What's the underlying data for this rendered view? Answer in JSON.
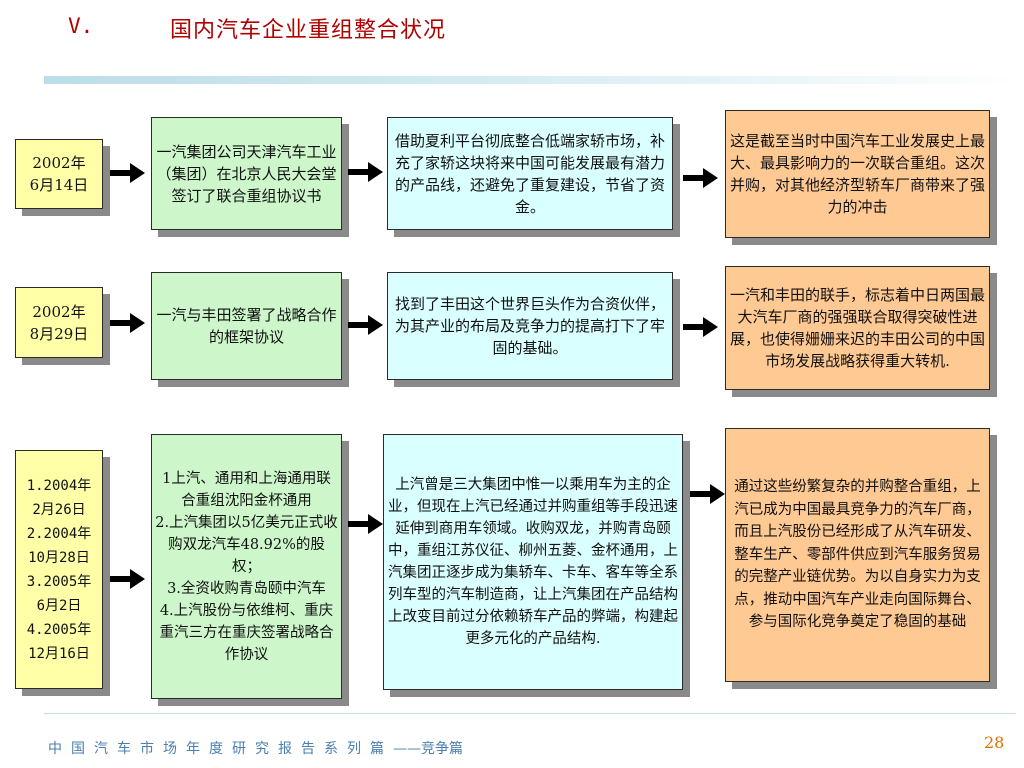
{
  "title": {
    "number": "V.",
    "text": "国内汽车企业重组整合状况"
  },
  "rows": [
    {
      "date": "2002年\n6月14日",
      "event": "一汽集团公司天津汽车工业（集团）在北京人民大会堂签订了联合重组协议书",
      "detail": "借助夏利平台彻底整合低端家轿市场，补充了家轿这块将来中国可能发展最有潜力的产品线，还避免了重复建设，节省了资金。",
      "impact": "这是截至当时中国汽车工业发展史上最大、最具影响力的一次联合重组。这次并购，对其他经济型轿车厂商带来了强力的冲击"
    },
    {
      "date": "2002年\n8月29日",
      "event": "一汽与丰田签署了战略合作的框架协议",
      "detail": "找到了丰田这个世界巨头作为合资伙伴，为其产业的布局及竞争力的提高打下了牢固的基础。",
      "impact": "一汽和丰田的联手，标志着中日两国最大汽车厂商的强强联合取得突破性进展，也使得姗姗来迟的丰田公司的中国市场发展战略获得重大转机."
    },
    {
      "date": "1.2004年\n2月26日\n2.2004年\n10月28日\n3.2005年\n6月2日\n4.2005年\n12月16日",
      "event": "1上汽、通用和上海通用联合重组沈阳金杯通用\n2.上汽集团以5亿美元正式收购双龙汽车48.92%的股权；\n3.全资收购青岛颐中汽车\n4.上汽股份与依维柯、重庆重汽三方在重庆签署战略合作协议",
      "detail": "上汽曾是三大集团中惟一以乘用车为主的企业，但现在上汽已经通过并购重组等手段迅速延伸到商用车领域。收购双龙，并购青岛颐中，重组江苏仪征、柳州五菱、金杯通用，上汽集团正逐步成为集轿车、卡车、客车等全系列车型的汽车制造商，让上汽集团在产品结构上改变目前过分依赖轿车产品的弊端，构建起更多元化的产品结构.",
      "impact": "通过这些纷繁复杂的并购整合重组，上汽已成为中国最具竞争力的汽车厂商，而且上汽股份已经形成了从汽车研发、整车生产、零部件供应到汽车服务贸易的完整产业链优势。为以自身实力为支点，推动中国汽车产业走向国际舞台、参与国际化竞争奠定了稳固的基础"
    }
  ],
  "footer": {
    "series": "中国汽车市场年度研究报告系列篇",
    "tail": "——竞争篇",
    "page": "28"
  },
  "colors": {
    "title": "#b00000",
    "date_box": "#ffffa8",
    "event_box": "#cdf7cb",
    "detail_box": "#d9ffff",
    "impact_box": "#ffc993",
    "footer_text": "#4a7fb0",
    "page_number": "#e07000"
  }
}
